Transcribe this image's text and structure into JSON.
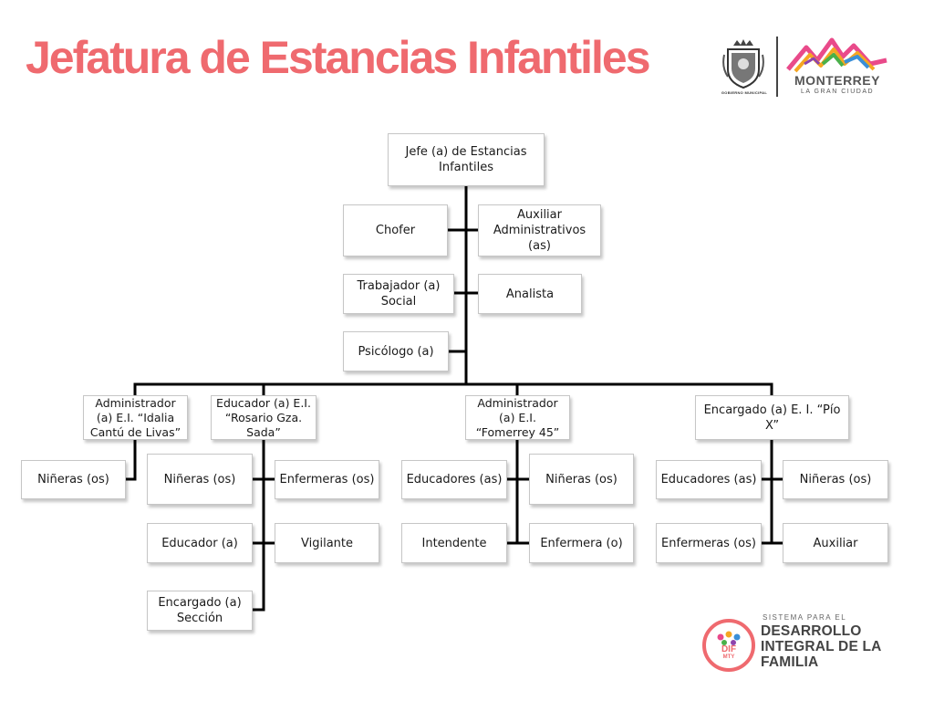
{
  "title": "Jefatura de Estancias Infantiles",
  "colors": {
    "title": "#ef6a6f",
    "lines": "#000000",
    "box_border": "#c6c6c6",
    "dif_accent": "#ef6a6f"
  },
  "logos": {
    "municipal": {
      "caption": "GOBIERNO MUNICIPAL",
      "icon": "municipal-seal-icon"
    },
    "monterrey": {
      "name": "MONTERREY",
      "tagline": "LA GRAN CIUDAD",
      "icon": "mountains-logo-icon"
    },
    "dif": {
      "prefix": "SISTEMA PARA EL",
      "line1": "DESARROLLO",
      "line2": "INTEGRAL DE LA",
      "line3": "FAMILIA",
      "badge": "DIF",
      "badge_sub": "MTY",
      "icon": "family-circle-icon"
    }
  },
  "org": {
    "head": "Jefe (a) de Estancias Infantiles",
    "staff": {
      "chofer": "Chofer",
      "auxiliar": "Auxiliar Administrativos (as)",
      "trabajador": "Trabajador (a) Social",
      "analista": "Analista",
      "psicologo": "Psicólogo (a)"
    },
    "units": {
      "u1": {
        "label": "Administrador (a) E.I. “Idalia Cantú de Livas”",
        "children": {
          "ninera": "Niñeras (os)"
        }
      },
      "u2": {
        "label": "Educador (a) E.I. “Rosario Gza. Sada”",
        "children": {
          "nineras": "Niñeras (os)",
          "enfermeras": "Enfermeras (os)",
          "educador": "Educador (a)",
          "vigilante": "Vigilante",
          "encargado": "Encargado (a) Sección"
        }
      },
      "u3": {
        "label": "Administrador (a) E.I. “Fomerrey 45”",
        "children": {
          "educadores": "Educadores (as)",
          "nineras": "Niñeras (os)",
          "intendente": "Intendente",
          "enfermera": "Enfermera (o)"
        }
      },
      "u4": {
        "label": "Encargado (a) E. I. “Pío X”",
        "children": {
          "educadores": "Educadores (as)",
          "nineras": "Niñeras (os)",
          "enfermeras": "Enfermeras (os)",
          "auxiliar": "Auxiliar"
        }
      }
    }
  }
}
